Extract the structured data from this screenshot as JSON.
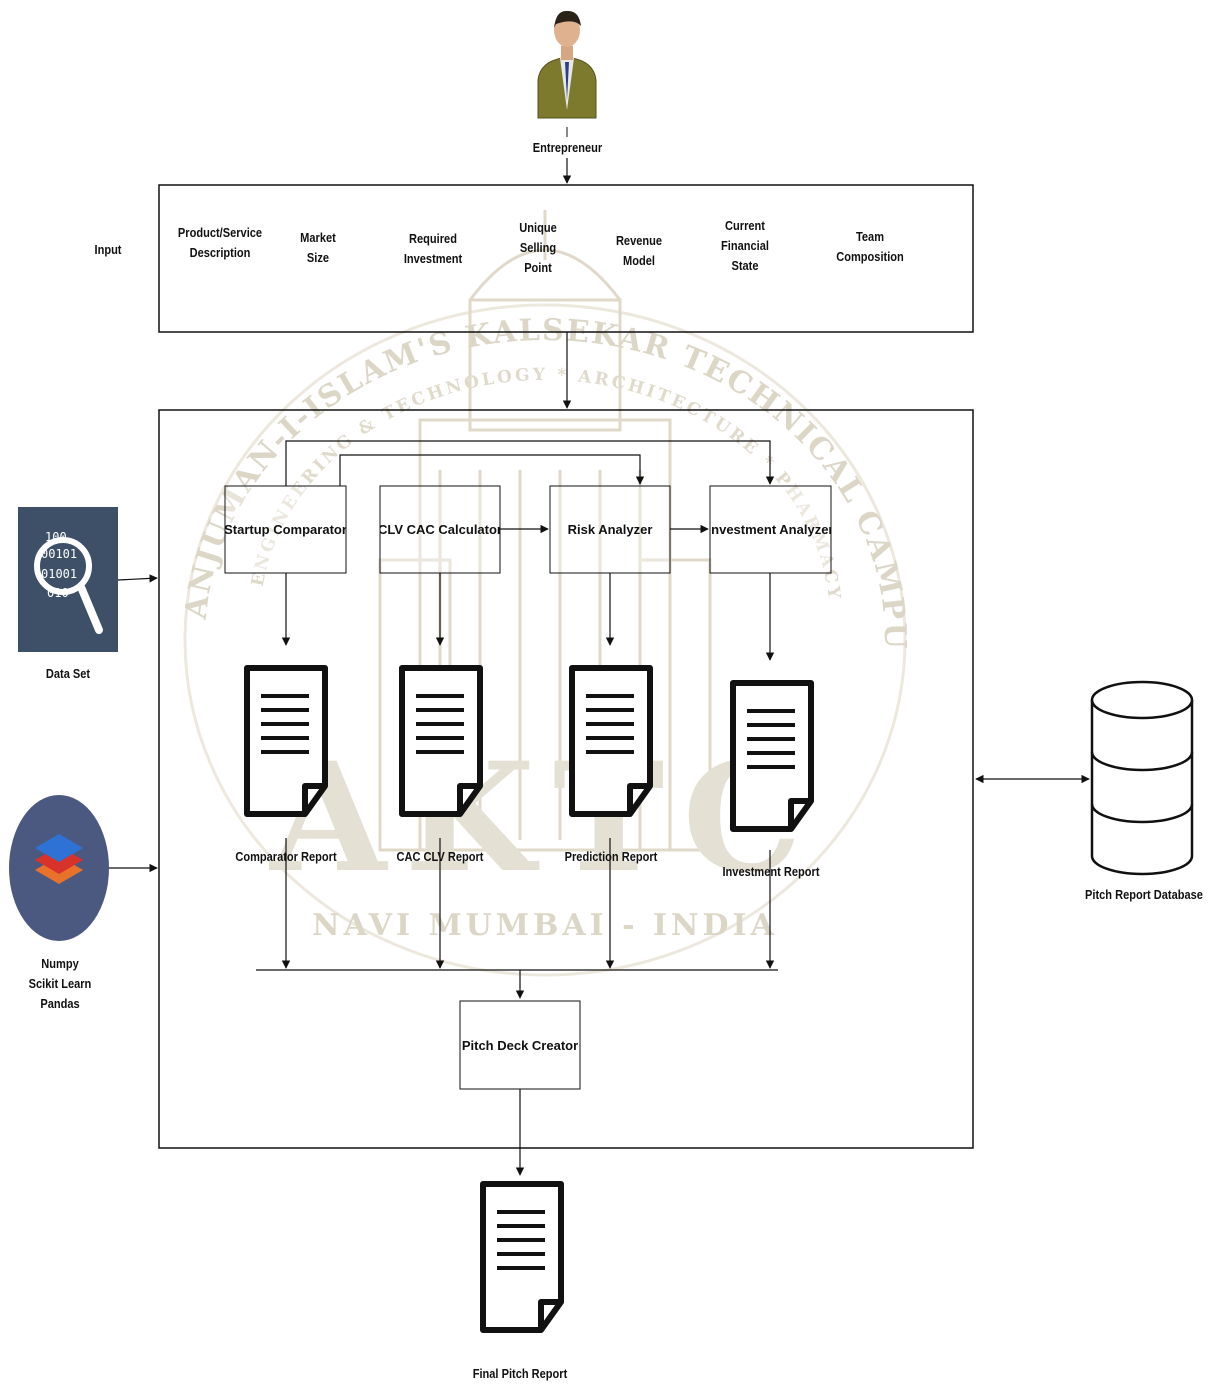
{
  "actor": {
    "label": "Entrepreneur",
    "icon": "person-icon"
  },
  "input_section": {
    "label": "Input",
    "fields": [
      "Product/Service\nDescription",
      "Market\nSize",
      "Required\nInvestment",
      "Unique\nSelling\nPoint",
      "Revenue\nModel",
      "Current\nFinancial\nState",
      "Team\nComposition"
    ]
  },
  "modules": [
    "Startup Comparator",
    "CLV CAC Calculator",
    "Risk Analyzer",
    "Investment Analyzer"
  ],
  "reports": [
    "Comparator Report",
    "CAC CLV Report",
    "Prediction Report",
    "Investment Report"
  ],
  "creator": "Pitch Deck Creator",
  "final_output": "Final Pitch Report",
  "data_set": {
    "label": "Data Set",
    "icon": "data-search-icon",
    "digits": [
      "100",
      "00101",
      "01001",
      "010"
    ]
  },
  "libraries": {
    "label": "Numpy\nScikit Learn\nPandas",
    "icon": "layers-icon"
  },
  "database": {
    "label": "Pitch Report Database",
    "icon": "database-icon"
  },
  "watermark": {
    "arc_top": "ANJUMAN-I-ISLAM'S KALSEKAR TECHNICAL CAMPUS, NEW PANVEL",
    "arc_inner": "ENGINEERING & TECHNOLOGY * ARCHITECTURE * PHARMACY",
    "logo": "AKTC",
    "bottom": "NAVI MUMBAI - INDIA"
  },
  "colors": {
    "data_set_bg": "#3e5068",
    "libraries_bg": "#4b5980",
    "stroke": "#111111",
    "watermark": "#d9d2c2"
  }
}
